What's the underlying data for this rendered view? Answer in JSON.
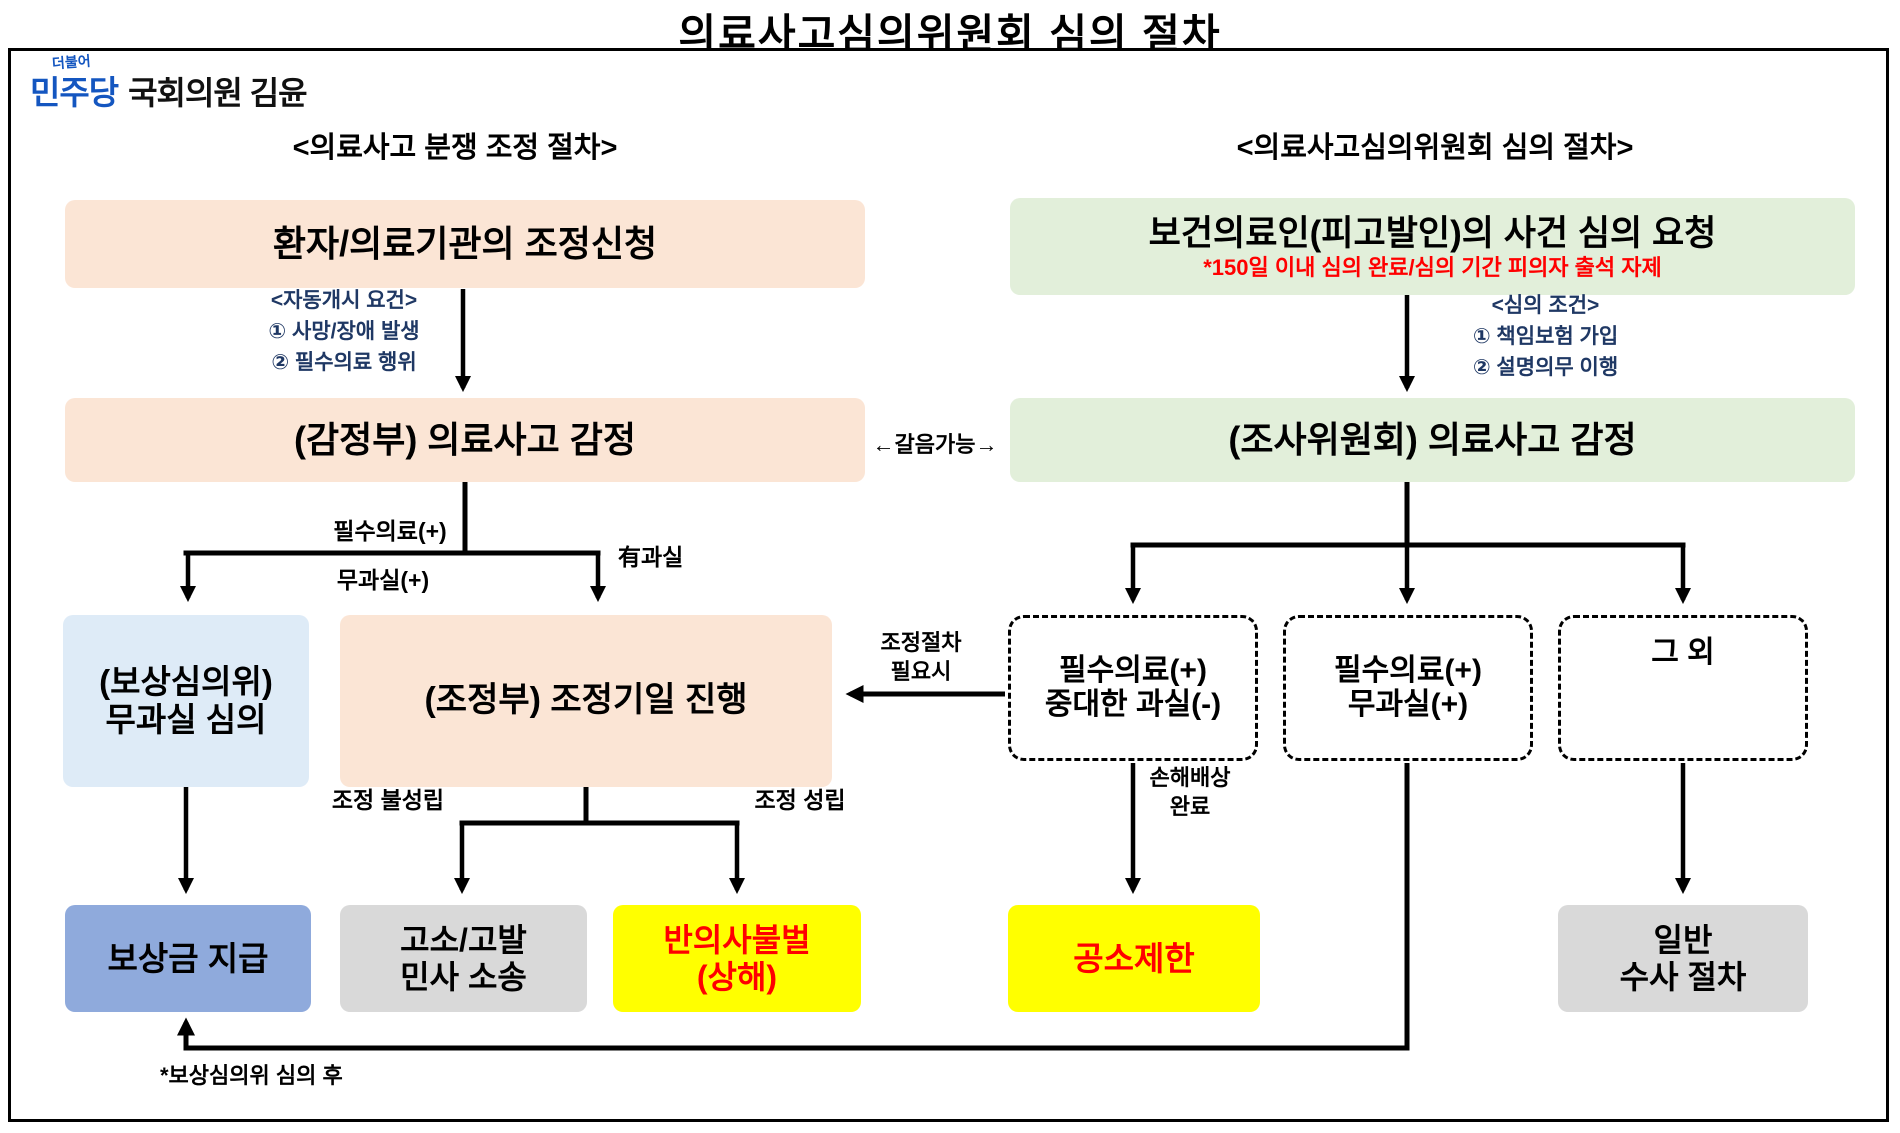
{
  "title": "의료사고심의위원회 심의 절차",
  "logo": {
    "top": "더불어",
    "party": "민주당",
    "name": "국회의원 김윤"
  },
  "middle": {
    "gateum": "←갈음가능→"
  },
  "left": {
    "header": "<의료사고 분쟁 조정 절차>",
    "apply_box": "환자/의료기관의 조정신청",
    "auto_note": {
      "title": "<자동개시 요건>",
      "item1": "① 사망/장애 발생",
      "item2": "② 필수의료 행위"
    },
    "gamjeong_box": "(감정부) 의료사고 감정",
    "branch": {
      "pilsu": "필수의료(+)",
      "mugwasil": "무과실(+)",
      "yugwasil": "有과실"
    },
    "bosang_box": {
      "line1": "(보상심의위)",
      "line2": "무과실 심의"
    },
    "jojeong_box": "(조정부) 조정기일 진행",
    "labels": {
      "fail": "조정 불성립",
      "success": "조정 성립"
    },
    "outcome": {
      "payment": "보상금 지급",
      "lawsuit": {
        "line1": "고소/고발",
        "line2": "민사 소송"
      },
      "no_punish": {
        "line1": "반의사불벌",
        "line2": "(상해)"
      }
    },
    "footnote": "*보상심의위 심의 후"
  },
  "right": {
    "header": "<의료사고심의위원회 심의 절차>",
    "request_box": {
      "main": "보건의료인(피고발인)의 사건 심의 요청",
      "sub": "*150일 이내 심의 완료/심의 기간 피의자 출석 자제"
    },
    "simui_note": {
      "title": "<심의 조건>",
      "item1": "① 책임보험 가입",
      "item2": "② 설명의무 이행"
    },
    "josa_box": "(조사위원회) 의료사고 감정",
    "case1": {
      "line1": "필수의료(+)",
      "line2": "중대한 과실(-)"
    },
    "case2": {
      "line1": "필수의료(+)",
      "line2": "무과실(+)"
    },
    "case3": "그 외",
    "labels": {
      "jojeol": {
        "line1": "조정절차",
        "line2": "필요시"
      },
      "damages": {
        "line1": "손해배상",
        "line2": "완료"
      }
    },
    "outcome": {
      "gongso": "공소제한",
      "ilban": {
        "line1": "일반",
        "line2": "수사 절차"
      }
    }
  },
  "colors": {
    "peach": "#FBE5D5",
    "green": "#E2EFDA",
    "light_blue": "#DEEBF7",
    "medium_blue": "#8FAADC",
    "gray": "#D9D9D9",
    "yellow": "#FFFF00",
    "red": "#FF0000",
    "note_navy": "#1F3864",
    "party_blue": "#1456C0",
    "line": "#000000"
  }
}
